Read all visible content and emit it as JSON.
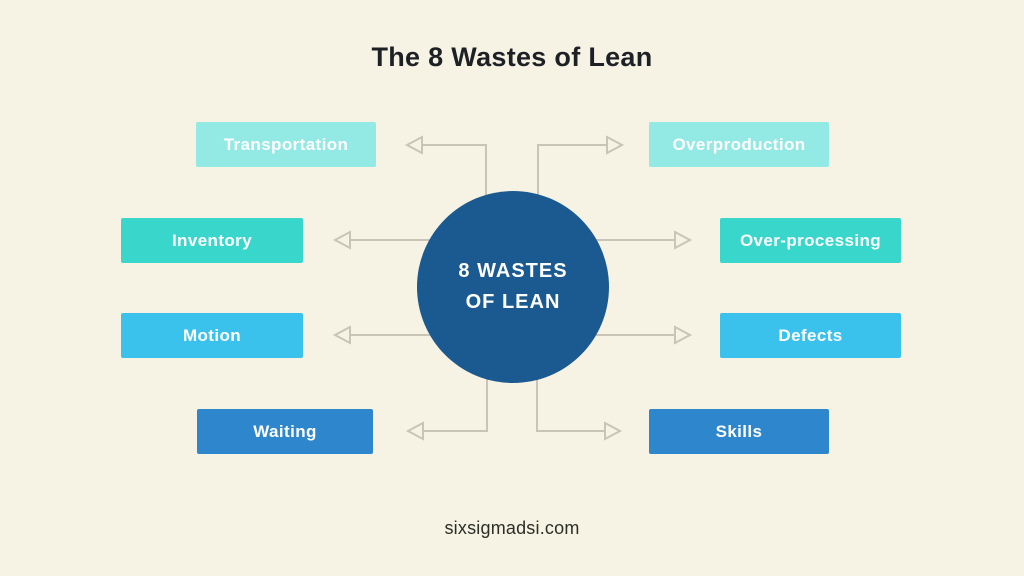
{
  "title": "The 8 Wastes of Lean",
  "center_node": {
    "line1": "8 WASTES",
    "line2": "OF LEAN"
  },
  "nodes": [
    {
      "label": "Transportation",
      "color": "#93e9e4"
    },
    {
      "label": "Overproduction",
      "color": "#93e9e4"
    },
    {
      "label": "Inventory",
      "color": "#38d6cb"
    },
    {
      "label": "Over-processing",
      "color": "#38d6cb"
    },
    {
      "label": "Motion",
      "color": "#3bc2ec"
    },
    {
      "label": "Defects",
      "color": "#3bc2ec"
    },
    {
      "label": "Waiting",
      "color": "#2e86cd"
    },
    {
      "label": "Skills",
      "color": "#2e86cd"
    }
  ],
  "footer": {
    "website": "sixsigmadsi.com"
  },
  "colors": {
    "background": "#f6f2e4",
    "title_text": "#1d2125",
    "node_text": "#ffffff",
    "center_circle": "#1b5a90",
    "center_text": "#ffffff",
    "arrow": "#c9c5b6",
    "footer_text": "#2b2f27"
  }
}
